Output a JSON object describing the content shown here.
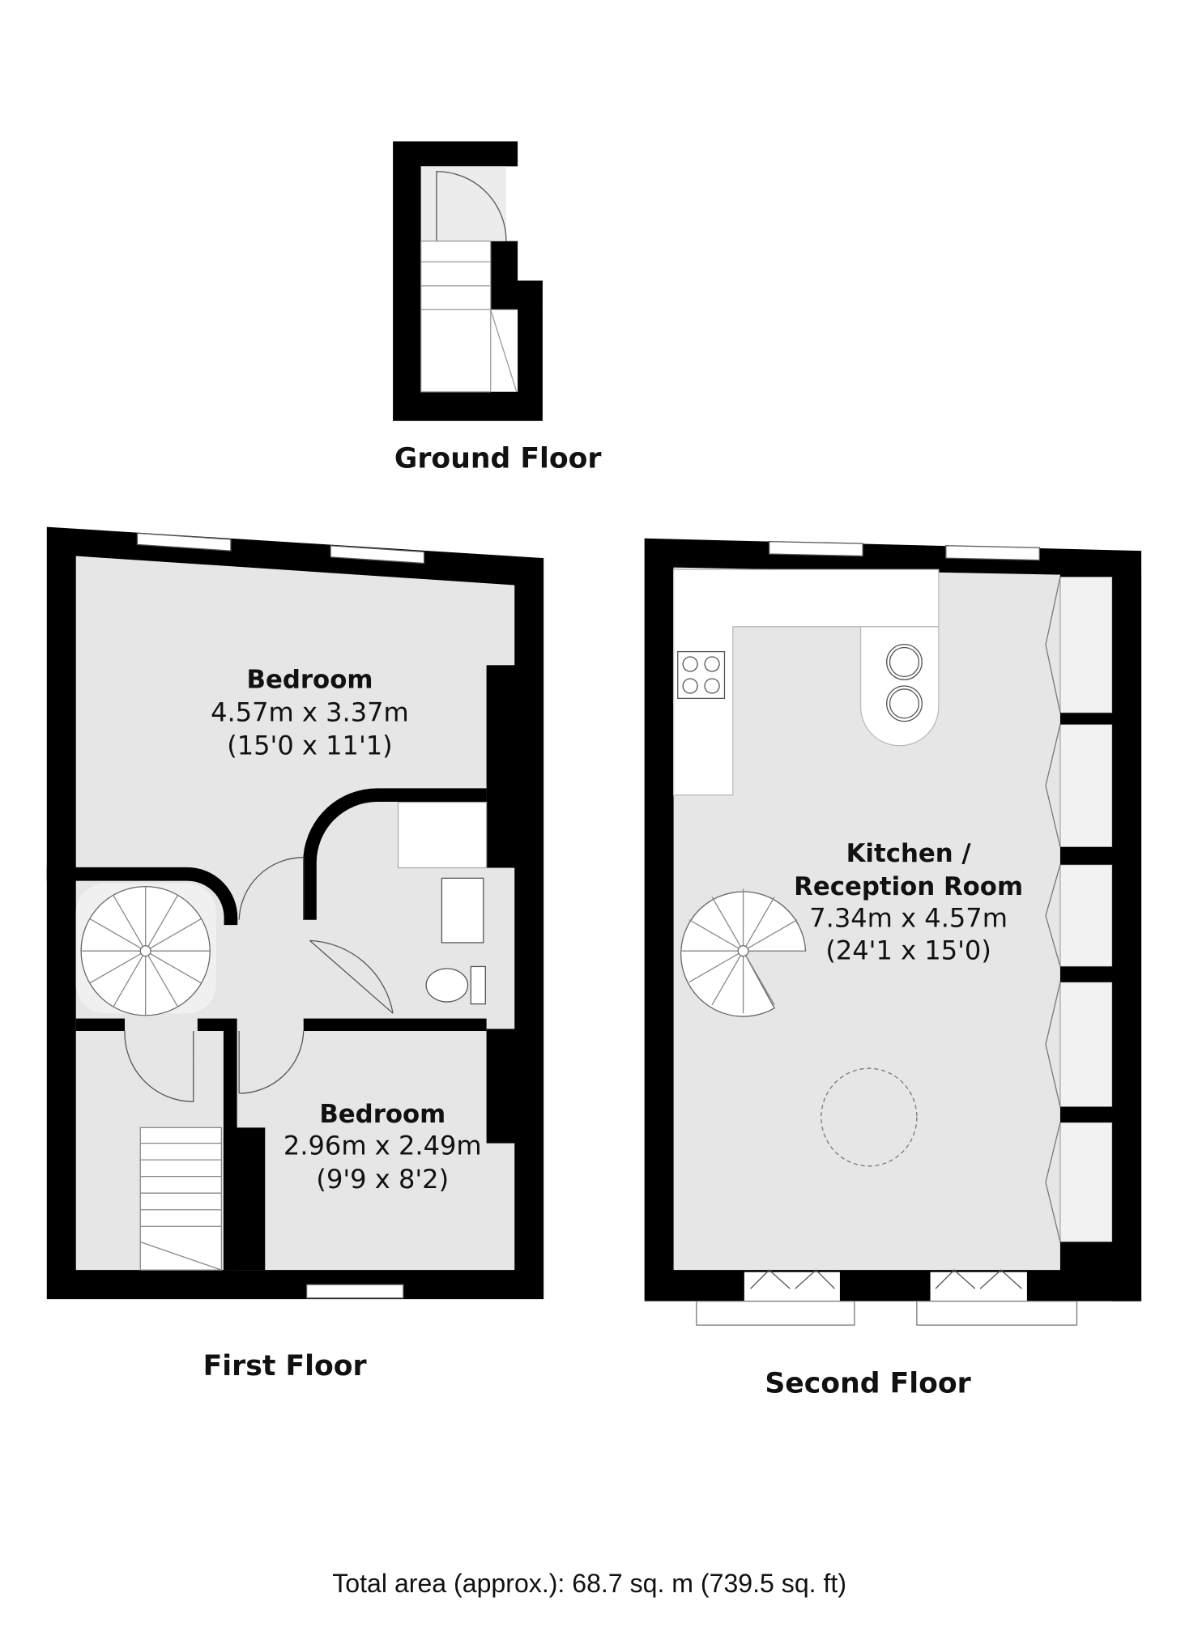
{
  "floors": {
    "ground": {
      "label": "Ground Floor"
    },
    "first": {
      "label": "First Floor",
      "rooms": [
        {
          "name": "Bedroom",
          "metric": "4.57m x 3.37m",
          "imperial": "(15'0 x 11'1)"
        },
        {
          "name": "Bedroom",
          "metric": "2.96m x 2.49m",
          "imperial": "(9'9 x 8'2)"
        }
      ]
    },
    "second": {
      "label": "Second Floor",
      "rooms": [
        {
          "name_line1": "Kitchen /",
          "name_line2": "Reception Room",
          "metric": "7.34m x 4.57m",
          "imperial": "(24'1 x 15'0)"
        }
      ]
    }
  },
  "total_area": "Total area (approx.): 68.7 sq. m (739.5 sq. ft)",
  "colors": {
    "wall": "#000000",
    "floor": "#e6e6e6",
    "fixture": "#ffffff"
  }
}
